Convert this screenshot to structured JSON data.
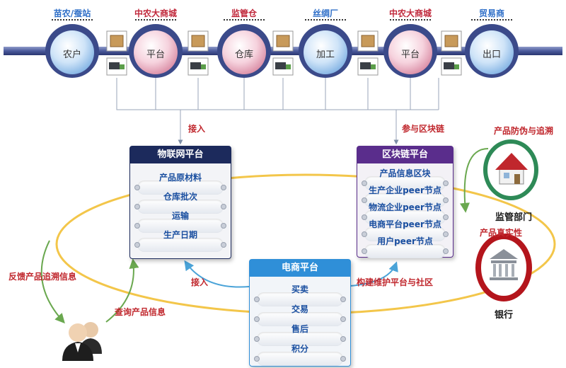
{
  "chain": {
    "nodes": [
      {
        "name": "农户",
        "caption": "苗农/蚕站",
        "color": "#2f6fc8"
      },
      {
        "name": "平台",
        "caption": "中农大商城",
        "color": "#c0273a"
      },
      {
        "name": "仓库",
        "caption": "监管仓",
        "color": "#c0273a"
      },
      {
        "name": "加工",
        "caption": "丝绸厂",
        "color": "#2f6fc8"
      },
      {
        "name": "平台",
        "caption": "中农大商城",
        "color": "#c0273a"
      },
      {
        "name": "出口",
        "caption": "贸易商",
        "color": "#2f6fc8"
      }
    ]
  },
  "arrows": {
    "iot_access": "接入",
    "join_blockchain": "参与区块链",
    "ecommerce_access": "接入",
    "build_platform": "构建维护平台与社区",
    "feedback": "反馈产品追溯信息",
    "query": "查询产品信息",
    "anti_counterfeit": "产品防伪与追溯",
    "authenticity": "产品真实性"
  },
  "iot_panel": {
    "title": "物联网平台",
    "items": [
      "产品原材料",
      "仓库批次",
      "运输",
      "生产日期"
    ]
  },
  "blockchain_panel": {
    "title": "区块链平台",
    "items": [
      "产品信息区块",
      "生产企业peer节点",
      "物流企业peer节点",
      "电商平台peer节点",
      "用户peer节点"
    ]
  },
  "ecommerce_panel": {
    "title": "电商平台",
    "items": [
      "买卖",
      "交易",
      "售后",
      "积分"
    ]
  },
  "actors": {
    "regulator": "监管部门",
    "bank": "银行"
  },
  "colors": {
    "navy": "#1c2a5c",
    "purple": "#5a2d8c",
    "blue": "#2f8fd8",
    "ring": "#f3c64a",
    "red": "#c0272d",
    "accent_text": "#1a4fa0"
  }
}
